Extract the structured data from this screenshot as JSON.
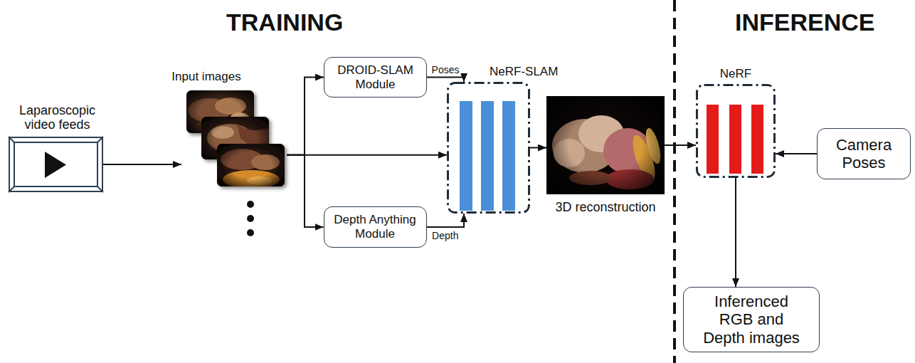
{
  "diagram": {
    "nodes": [
      {
        "text": [
          "Laparoscopic video feeds"
        ]
      },
      {
        "text": [
          "Input images"
        ]
      },
      {
        "text": [
          "DROID-SLAM Module"
        ]
      },
      {
        "text": [
          "NeRF-SLAM"
        ]
      },
      {
        "text": [
          "Depth Anything Module"
        ]
      },
      {
        "text": [
          "3D reconstruction"
        ]
      },
      {
        "text": [
          "NeRF"
        ]
      },
      {
        "text": [
          "Camera Poses"
        ]
      },
      {
        "text": [
          "Inferenced RGB and Depth images"
        ]
      }
    ],
    "edges": [
      {
        "from": 0,
        "to": 1,
        "arrow": "to"
      },
      {
        "from": 1,
        "to": 2,
        "arrow": "to"
      },
      {
        "from": 1,
        "to": 3,
        "arrow": "to"
      },
      {
        "from": 1,
        "to": 4,
        "arrow": "to"
      },
      {
        "from": 2,
        "to": 3,
        "label": "Poses",
        "arrow": "to"
      },
      {
        "from": 4,
        "to": 3,
        "label": "Depth",
        "arrow": "to"
      },
      {
        "from": 3,
        "to": 5,
        "arrow": "to"
      },
      {
        "from": 5,
        "to": 6,
        "arrow": "to"
      },
      {
        "from": 7,
        "to": 6,
        "arrow": "to"
      },
      {
        "from": 6,
        "to": 8,
        "arrow": "to"
      }
    ],
    "labels": [
      "TRAINING",
      "INFERENCE"
    ]
  }
}
